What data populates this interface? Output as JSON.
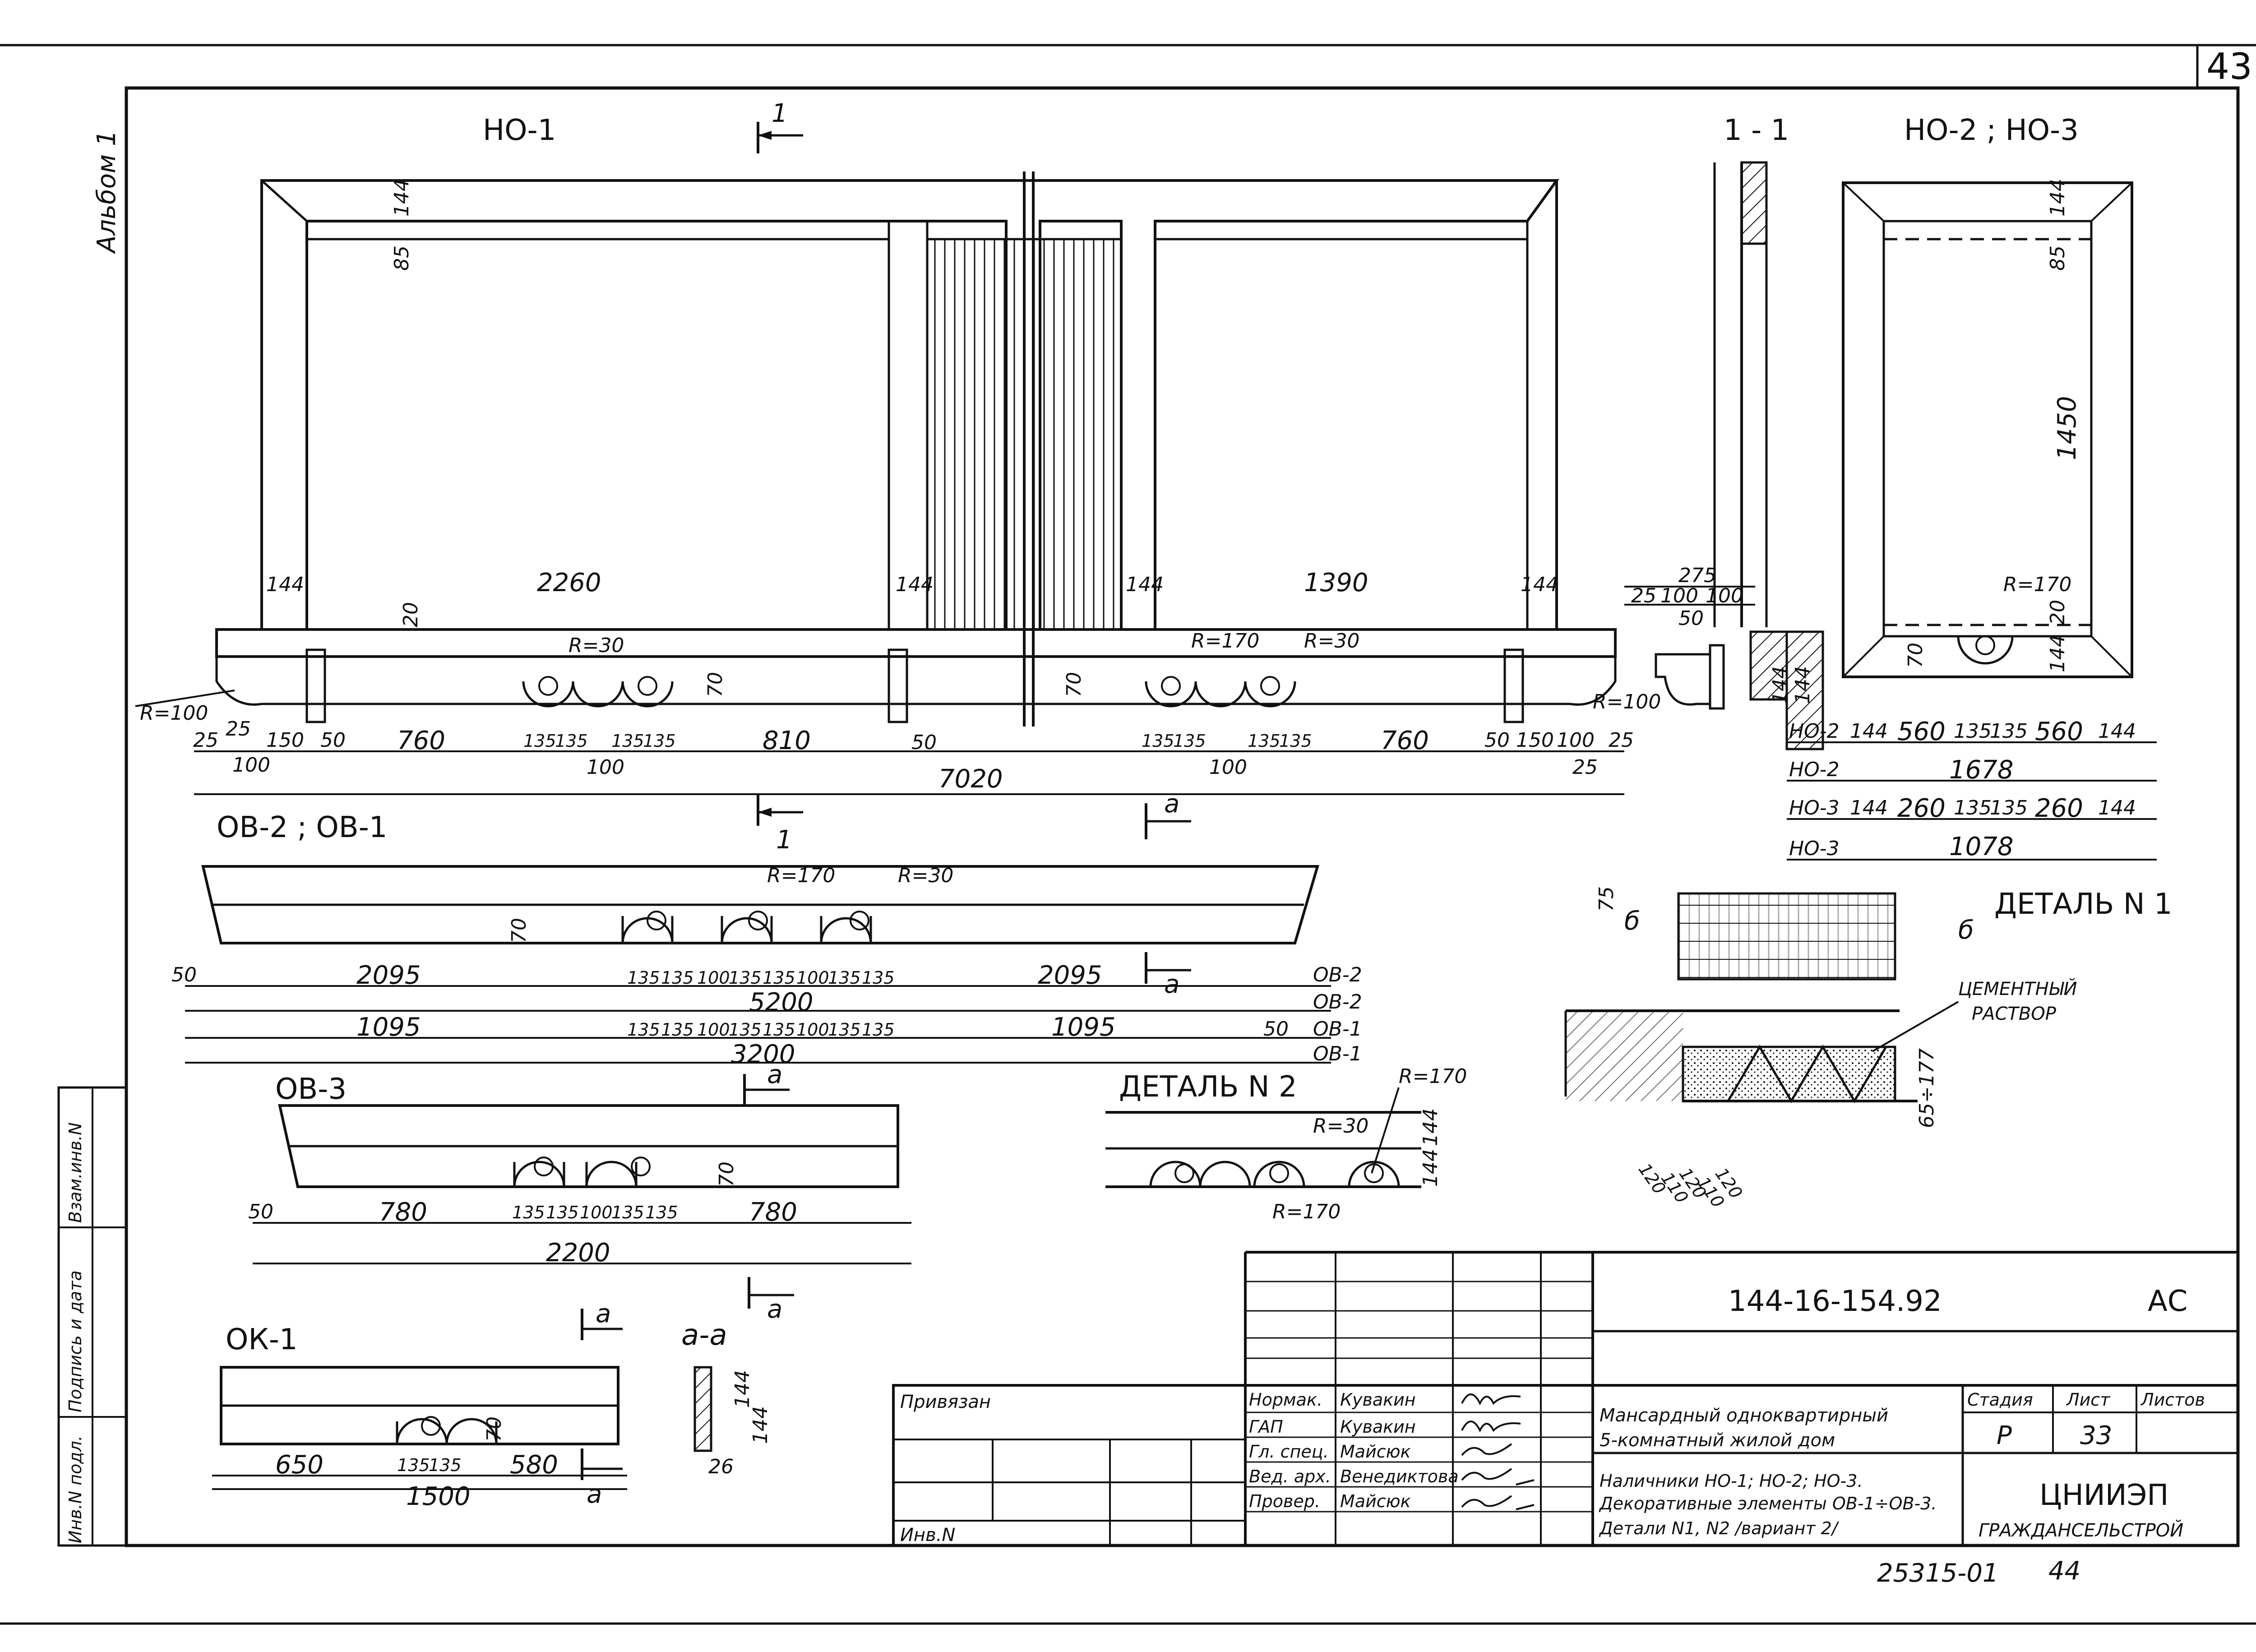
{
  "sheet_no": "43",
  "album": "Альбом 1",
  "titles": {
    "no1": "НО-1",
    "no23": "НО-2 ; НО-3",
    "sec11": "1 - 1",
    "ob21": "ОВ-2 ; ОВ-1",
    "ob3": "ОВ-3",
    "ok1": "ОК-1",
    "aa": "a-a",
    "det1": "ДЕТАЛЬ N 1",
    "det2": "ДЕТАЛЬ N 2",
    "cement1": "ЦЕМЕНТНЫЙ",
    "cement2": "РАСТВОР"
  },
  "no1": {
    "d144": "144",
    "d85": "85",
    "d20": "20",
    "d70": "70",
    "w2260": "2260",
    "w1390": "1390",
    "r30": "R=30",
    "r170": "R=170",
    "r100": "R=100",
    "b25": "25",
    "b150": "150",
    "b50": "50",
    "b760": "760",
    "b135": "135",
    "b810": "810",
    "b100": "100",
    "total": "7020",
    "cut1": "1",
    "cuta": "a"
  },
  "no23": {
    "d144": "144",
    "d85": "85",
    "h1450": "1450",
    "d20": "20",
    "d70": "70",
    "r170": "R=170",
    "rows": [
      {
        "label": "НО-2",
        "dims": [
          "144",
          "560",
          "135",
          "135",
          "560",
          "144"
        ]
      },
      {
        "label": "НО-2",
        "total": "1678"
      },
      {
        "label": "НО-3",
        "dims": [
          "144",
          "260",
          "135",
          "135",
          "260",
          "144"
        ]
      },
      {
        "label": "НО-3",
        "total": "1078"
      }
    ]
  },
  "sec11": {
    "d275": "275",
    "d25": "25",
    "d100": "100",
    "d50": "50",
    "d144": "144",
    "r100": "R=100"
  },
  "ob": {
    "r170": "R=170",
    "r30": "R=30",
    "d70": "70",
    "d50": "50",
    "d2095": "2095",
    "d1095": "1095",
    "d135": "135",
    "d100": "100",
    "t5200": "5200",
    "t3200": "3200",
    "labels": [
      "ОВ-2",
      "ОВ-2",
      "ОВ-1",
      "ОВ-1"
    ],
    "cuta": "a"
  },
  "ob3": {
    "d50": "50",
    "d780": "780",
    "d135": "135",
    "d100": "100",
    "total": "2200",
    "d70": "70",
    "cuta": "a"
  },
  "det2": {
    "r170": "R=170",
    "r30": "R=30",
    "d144": "144"
  },
  "det1": {
    "d75": "75",
    "d120": "120",
    "d110": "110",
    "d65": "65÷177",
    "b": "б"
  },
  "ok1": {
    "d650": "650",
    "d135": "135",
    "d580": "580",
    "total": "1500",
    "d70": "70",
    "cuta": "a"
  },
  "aa": {
    "d144": "144",
    "d26": "26"
  },
  "title_block": {
    "doc_code": "144-16-154.92",
    "mark": "АС",
    "privyazan": "Привязан",
    "inv_n": "Инв.N",
    "roles": [
      {
        "role": "Нормак.",
        "name": "Кувакин"
      },
      {
        "role": "ГАП",
        "name": "Кувакин"
      },
      {
        "role": "Гл. спец.",
        "name": "Майсюк"
      },
      {
        "role": "Вед. арх.",
        "name": "Венедиктова"
      },
      {
        "role": "Провер.",
        "name": "Майсюк"
      }
    ],
    "project_line1": "Мансардный одноквартирный",
    "project_line2": "5-комнатный жилой дом",
    "sheet_title1": "Наличники НО-1; НО-2; НО-3.",
    "sheet_title2": "Декоративные элементы ОВ-1÷ОВ-3.",
    "sheet_title3": "Детали N1, N2 /вариант 2/",
    "stage_h": "Стадия",
    "list_h": "Лист",
    "lists_h": "Листов",
    "stage": "Р",
    "list": "33",
    "org1": "ЦНИИЭП",
    "org2": "ГРАЖДАНСЕЛЬСТРОЙ",
    "side_labels": [
      "Инв.N подл.",
      "Подпись и дата",
      "Взам.инв.N"
    ],
    "archive_no": "25315-01",
    "archive_page": "44"
  }
}
